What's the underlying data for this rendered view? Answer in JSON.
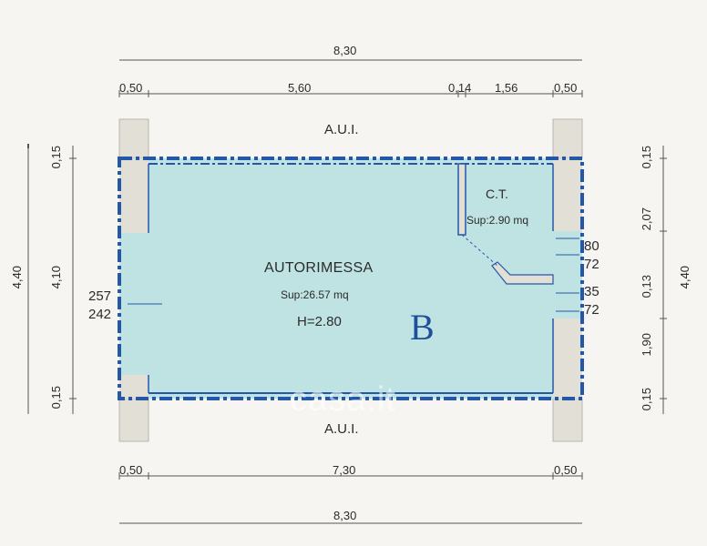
{
  "dimensions": {
    "top_total": "8,30",
    "top_segments": [
      "0,50",
      "5,60",
      "0,14",
      "1,56",
      "0,50"
    ],
    "bottom_segments": [
      "0,50",
      "7,30",
      "0,50"
    ],
    "bottom_total": "8,30",
    "left_outer": "4,40",
    "left_segments": [
      "0,15",
      "4,10",
      "0,15"
    ],
    "right_outer": "4,40",
    "right_segments": [
      "0,15",
      "2,07",
      "0,13",
      "1,90",
      "0,15"
    ],
    "left_opening": [
      "257",
      "242"
    ],
    "right_openings": [
      "80",
      "72",
      "35",
      "72"
    ]
  },
  "labels": {
    "aui_top": "A.U.I.",
    "aui_bottom": "A.U.I.",
    "room_name": "AUTORIMESSA",
    "room_area": "Sup:26.57 mq",
    "room_height": "H=2.80",
    "ct_name": "C.T.",
    "ct_area": "Sup:2.90 mq",
    "unit_letter": "B",
    "watermark": "casa.it"
  },
  "colors": {
    "floor": "#bfe3e3",
    "wall_outline": "#2457a8",
    "wall_fill": "#e2dfd6",
    "dimension_line": "#555555"
  }
}
